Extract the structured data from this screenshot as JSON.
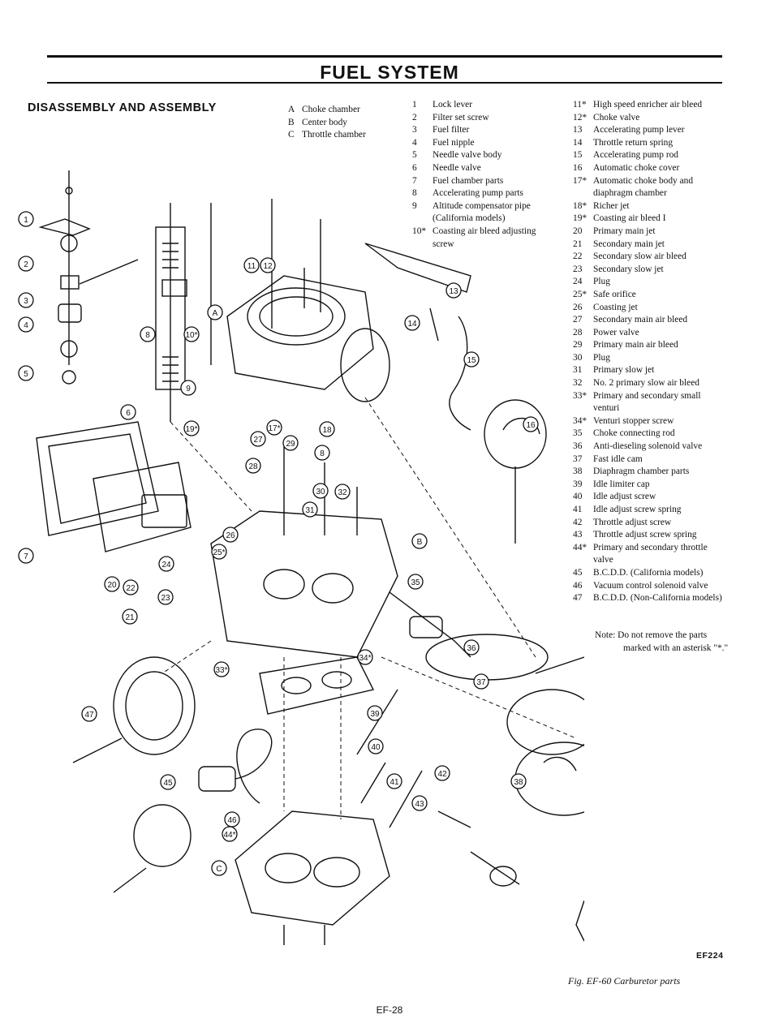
{
  "header": {
    "title": "FUEL SYSTEM"
  },
  "section": {
    "heading": "DISASSEMBLY AND ASSEMBLY"
  },
  "sub_assemblies": [
    {
      "key": "A",
      "label": "Choke chamber"
    },
    {
      "key": "B",
      "label": "Center body"
    },
    {
      "key": "C",
      "label": "Throttle chamber"
    }
  ],
  "parts_col1": [
    {
      "n": "1",
      "label": "Lock lever"
    },
    {
      "n": "2",
      "label": "Filter set screw"
    },
    {
      "n": "3",
      "label": "Fuel filter"
    },
    {
      "n": "4",
      "label": "Fuel nipple"
    },
    {
      "n": "5",
      "label": "Needle valve body"
    },
    {
      "n": "6",
      "label": "Needle valve"
    },
    {
      "n": "7",
      "label": "Fuel chamber parts"
    },
    {
      "n": "8",
      "label": "Accelerating pump parts"
    },
    {
      "n": "9",
      "label": "Altitude compensator pipe",
      "cont": "(California models)"
    },
    {
      "n": "10*",
      "label": "Coasting air bleed adjusting",
      "cont": "screw"
    }
  ],
  "parts_col2": [
    {
      "n": "11*",
      "label": "High speed enricher air bleed"
    },
    {
      "n": "12*",
      "label": "Choke valve"
    },
    {
      "n": "13",
      "label": "Accelerating pump lever"
    },
    {
      "n": "14",
      "label": "Throttle return spring"
    },
    {
      "n": "15",
      "label": "Accelerating pump rod"
    },
    {
      "n": "16",
      "label": "Automatic choke cover"
    },
    {
      "n": "17*",
      "label": "Automatic choke body and",
      "cont": "diaphragm chamber"
    },
    {
      "n": "18*",
      "label": "Richer jet"
    },
    {
      "n": "19*",
      "label": "Coasting air bleed I"
    },
    {
      "n": "20",
      "label": "Primary main jet"
    },
    {
      "n": "21",
      "label": "Secondary main jet"
    },
    {
      "n": "22",
      "label": "Secondary slow air bleed"
    },
    {
      "n": "23",
      "label": "Secondary slow jet"
    },
    {
      "n": "24",
      "label": "Plug"
    },
    {
      "n": "25*",
      "label": "Safe orifice"
    },
    {
      "n": "26",
      "label": "Coasting jet"
    },
    {
      "n": "27",
      "label": "Secondary main air bleed"
    },
    {
      "n": "28",
      "label": "Power valve"
    },
    {
      "n": "29",
      "label": "Primary main air bleed"
    },
    {
      "n": "30",
      "label": "Plug"
    },
    {
      "n": "31",
      "label": "Primary slow jet"
    },
    {
      "n": "32",
      "label": "No. 2 primary slow air bleed"
    },
    {
      "n": "33*",
      "label": "Primary and secondary small",
      "cont": "venturi"
    },
    {
      "n": "34*",
      "label": "Venturi stopper screw"
    },
    {
      "n": "35",
      "label": "Choke connecting rod"
    },
    {
      "n": "36",
      "label": "Anti-dieseling solenoid valve"
    },
    {
      "n": "37",
      "label": "Fast idle cam"
    },
    {
      "n": "38",
      "label": "Diaphragm chamber parts"
    },
    {
      "n": "39",
      "label": "Idle limiter cap"
    },
    {
      "n": "40",
      "label": "Idle adjust screw"
    },
    {
      "n": "41",
      "label": "Idle adjust screw spring"
    },
    {
      "n": "42",
      "label": "Throttle adjust screw"
    },
    {
      "n": "43",
      "label": "Throttle adjust screw spring"
    },
    {
      "n": "44*",
      "label": "Primary and secondary throttle",
      "cont": "valve"
    },
    {
      "n": "45",
      "label": "B.C.D.D. (California models)"
    },
    {
      "n": "46",
      "label": "Vacuum control solenoid valve"
    },
    {
      "n": "47",
      "label": "B.C.D.D. (Non-California models)"
    }
  ],
  "note": {
    "line1": "Note:  Do not remove the parts",
    "line2": "marked with an asterisk \"*.\""
  },
  "figure": {
    "code": "EF224",
    "caption": "Fig. EF-60  Carburetor parts",
    "callouts": [
      "1",
      "2",
      "3",
      "4",
      "5",
      "6",
      "7",
      "8",
      "9",
      "10*",
      "11",
      "12",
      "13",
      "14",
      "15",
      "16",
      "17*",
      "18",
      "19*",
      "20",
      "21",
      "22",
      "23",
      "24",
      "25*",
      "26",
      "27",
      "28",
      "29",
      "30",
      "31",
      "32",
      "33*",
      "34*",
      "35",
      "36",
      "37",
      "38",
      "39",
      "40",
      "41",
      "42",
      "43",
      "44*",
      "45",
      "46",
      "47",
      "A",
      "B",
      "C",
      "8"
    ]
  },
  "footer": {
    "page": "EF-28"
  }
}
